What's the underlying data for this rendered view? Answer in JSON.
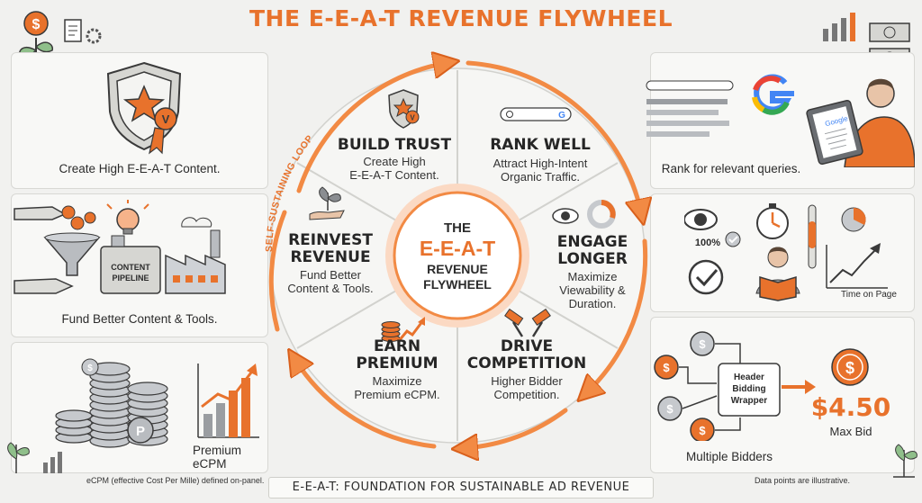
{
  "title": "THE E-E-A-T REVENUE FLYWHEEL",
  "center": {
    "line1": "THE",
    "line2": "E-E-A-T",
    "line3": "REVENUE",
    "line4": "FLYWHEEL"
  },
  "loop_label": "SELF-SUSTAINING LOOP",
  "segments": [
    {
      "title": "BUILD TRUST",
      "sub1": "Create High",
      "sub2": "E-E-A-T Content."
    },
    {
      "title": "RANK WELL",
      "sub1": "Attract High-Intent",
      "sub2": "Organic Traffic."
    },
    {
      "title1": "ENGAGE",
      "title2": "LONGER",
      "sub1": "Maximize",
      "sub2": "Viewability &",
      "sub3": "Duration."
    },
    {
      "title1": "DRIVE",
      "title2": "COMPETITION",
      "sub1": "Higher Bidder",
      "sub2": "Competition."
    },
    {
      "title1": "EARN",
      "title2": "PREMIUM",
      "sub1": "Maximize",
      "sub2": "Premium eCPM."
    },
    {
      "title1": "REINVEST",
      "title2": "REVENUE",
      "sub1": "Fund Better",
      "sub2": "Content & Tools."
    }
  ],
  "panels": {
    "left_top_caption": "Create High E-E-A-T Content.",
    "left_mid_caption": "Fund Better Content & Tools.",
    "left_mid_pipeline_1": "CONTENT",
    "left_mid_pipeline_2": "PIPELINE",
    "left_bottom_caption": "Premium eCPM",
    "right_top_caption": "Rank for relevant queries.",
    "right_mid_percent": "100%",
    "right_mid_chart_label": "Time on Page",
    "right_bottom_wrapper_1": "Header",
    "right_bottom_wrapper_2": "Bidding",
    "right_bottom_wrapper_3": "Wrapper",
    "right_bottom_bid": "$4.50",
    "right_bottom_bid_label": "Max Bid",
    "right_bottom_caption": "Multiple Bidders",
    "google_tablet_label": "Google"
  },
  "footer": {
    "banner": "E-E-A-T: FOUNDATION FOR SUSTAINABLE AD REVENUE",
    "left_note": "eCPM (effective Cost Per Mille) defined on-panel.",
    "right_note": "Data points are illustrative."
  },
  "colors": {
    "accent": "#e8722c",
    "accent_light": "#f6b38a",
    "ring_fill": "#f6f6f4",
    "dark_line": "#3a3a3a",
    "coin_gray": "#b9bcc0",
    "coin_orange": "#e8722c"
  }
}
